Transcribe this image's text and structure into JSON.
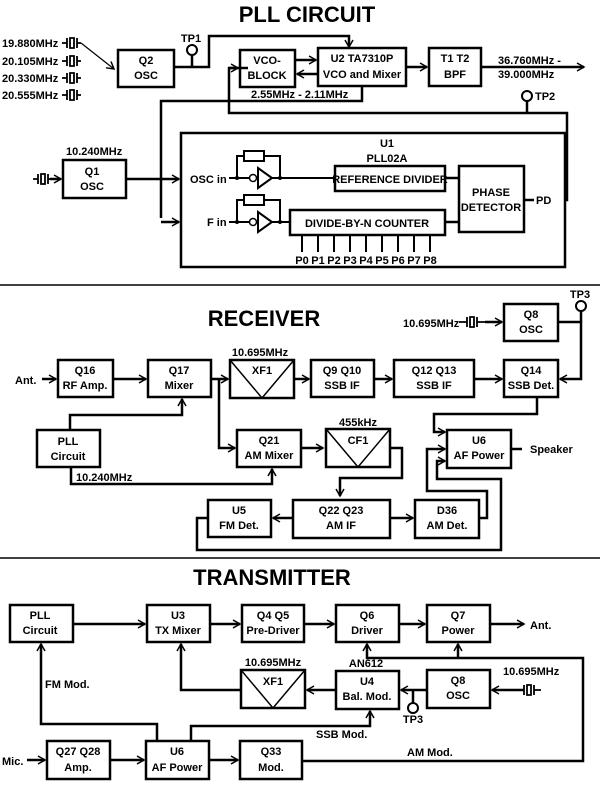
{
  "colors": {
    "ink": "#000000",
    "background": "#ffffff"
  },
  "pll": {
    "title": "PLL CIRCUIT",
    "crystals": [
      "19.880MHz",
      "20.105MHz",
      "20.330MHz",
      "20.555MHz"
    ],
    "q2": {
      "l1": "Q2",
      "l2": "OSC"
    },
    "tp1": "TP1",
    "vco": {
      "l1": "VCO-",
      "l2": "BLOCK"
    },
    "u2": {
      "l1": "U2   TA7310P",
      "l2": "VCO and Mixer"
    },
    "vco_range": "2.55MHz - 2.11MHz",
    "bpf": {
      "l1": "T1  T2",
      "l2": "BPF"
    },
    "out1": "36.760MHz -",
    "out2": "39.000MHz",
    "tp2": "TP2",
    "q1_freq": "10.240MHz",
    "q1": {
      "l1": "Q1",
      "l2": "OSC"
    },
    "u1": {
      "l1": "U1",
      "l2": "PLL02A"
    },
    "osc_in": "OSC in",
    "f_in": "F in",
    "ref_div": "REFERENCE DIVIDER",
    "div_n": "DIVIDE-BY-N COUNTER",
    "phase": {
      "l1": "PHASE",
      "l2": "DETECTOR"
    },
    "pd": "PD",
    "pins": [
      "P0",
      "P1",
      "P2",
      "P3",
      "P4",
      "P5",
      "P6",
      "P7",
      "P8"
    ]
  },
  "rx": {
    "title": "RECEIVER",
    "ant": "Ant.",
    "q16": {
      "l1": "Q16",
      "l2": "RF Amp."
    },
    "q17": {
      "l1": "Q17",
      "l2": "Mixer"
    },
    "xf1_freq": "10.695MHz",
    "xf1": "XF1",
    "q9": {
      "l1": "Q9 Q10",
      "l2": "SSB IF"
    },
    "q12": {
      "l1": "Q12 Q13",
      "l2": "SSB IF"
    },
    "q14": {
      "l1": "Q14",
      "l2": "SSB Det."
    },
    "q8_freq": "10.695MHz",
    "q8": {
      "l1": "Q8",
      "l2": "OSC"
    },
    "tp3": "TP3",
    "pll": {
      "l1": "PLL",
      "l2": "Circuit"
    },
    "pll_freq": "10.240MHz",
    "q21": {
      "l1": "Q21",
      "l2": "AM Mixer"
    },
    "cf1_freq": "455kHz",
    "cf1": "CF1",
    "u6": {
      "l1": "U6",
      "l2": "AF Power"
    },
    "speaker": "Speaker",
    "u5": {
      "l1": "U5",
      "l2": "FM Det."
    },
    "q22": {
      "l1": "Q22  Q23",
      "l2": "AM IF"
    },
    "d36": {
      "l1": "D36",
      "l2": "AM Det."
    }
  },
  "tx": {
    "title": "TRANSMITTER",
    "pll": {
      "l1": "PLL",
      "l2": "Circuit"
    },
    "u3": {
      "l1": "U3",
      "l2": "TX Mixer"
    },
    "q4": {
      "l1": "Q4  Q5",
      "l2": "Pre-Driver"
    },
    "q6": {
      "l1": "Q6",
      "l2": "Driver"
    },
    "q7": {
      "l1": "Q7",
      "l2": "Power"
    },
    "ant": "Ant.",
    "xf1_freq": "10.695MHz",
    "xf1": "XF1",
    "an612": "AN612",
    "u4": {
      "l1": "U4",
      "l2": "Bal. Mod."
    },
    "q8": {
      "l1": "Q8",
      "l2": "OSC"
    },
    "q8_freq": "10.695MHz",
    "tp3": "TP3",
    "fm_mod": "FM Mod.",
    "ssb_mod": "SSB Mod.",
    "am_mod": "AM Mod.",
    "mic": "Mic.",
    "q27": {
      "l1": "Q27  Q28",
      "l2": "Amp."
    },
    "u6": {
      "l1": "U6",
      "l2": "AF Power"
    },
    "q33": {
      "l1": "Q33",
      "l2": "Mod."
    }
  }
}
